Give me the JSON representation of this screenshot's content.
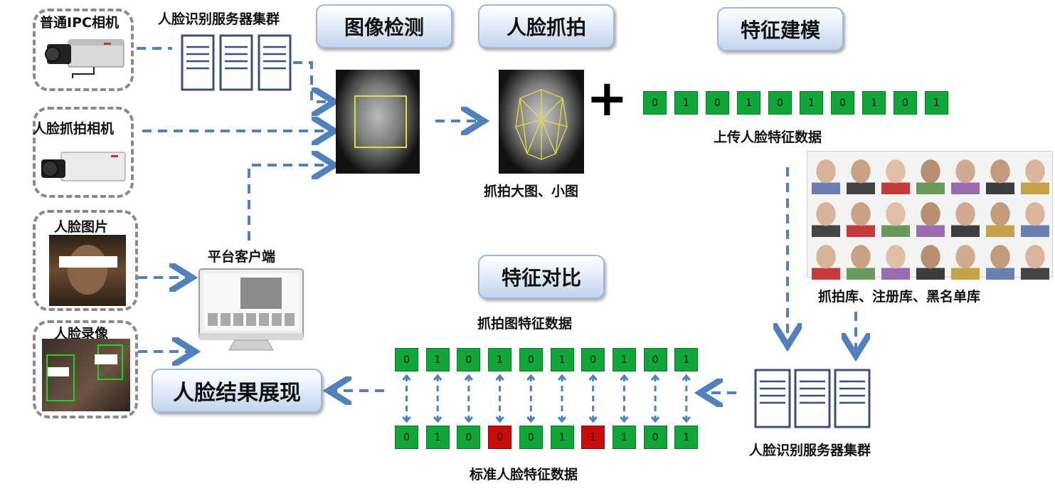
{
  "labels": {
    "ipc_camera": "普通IPC相机",
    "server_cluster_top": "人脸识别服务器集群",
    "face_camera": "人脸抓拍相机",
    "face_picture": "人脸图片",
    "face_video": "人脸录像",
    "platform_client": "平台客户端",
    "capture_images": "抓拍大图、小图",
    "upload_features": "上传人脸特征数据",
    "libraries": "抓拍库、注册库、黑名单库",
    "server_cluster_bottom": "人脸识别服务器集群",
    "capture_features": "抓拍图特征数据",
    "standard_features": "标准人脸特征数据"
  },
  "stages": {
    "detect": "图像检测",
    "capture": "人脸抓拍",
    "modeling": "特征建模",
    "compare": "特征对比",
    "result": "人脸结果展现"
  },
  "plus": "+",
  "upload_bits": [
    "0",
    "1",
    "0",
    "1",
    "0",
    "1",
    "0",
    "1",
    "0",
    "1"
  ],
  "capture_bits": [
    "0",
    "1",
    "0",
    "1",
    "0",
    "1",
    "0",
    "1",
    "0",
    "1"
  ],
  "standard_bits": [
    "0",
    "1",
    "0",
    "0",
    "0",
    "1",
    "1",
    "1",
    "0",
    "1"
  ],
  "mismatch_indices": [
    3,
    6
  ],
  "colors": {
    "bit_match": "#12a53a",
    "bit_mismatch": "#c70c0c",
    "arrow": "#4f81bd",
    "pill_border": "#9fb6d4",
    "dashed_box": "#8a8a8a",
    "box_lines": "#e3dc3a"
  },
  "icons": {
    "server": "server-rack-icon",
    "monitor": "monitor-icon",
    "ipc": "box-camera-icon",
    "plus": "plus-icon"
  }
}
